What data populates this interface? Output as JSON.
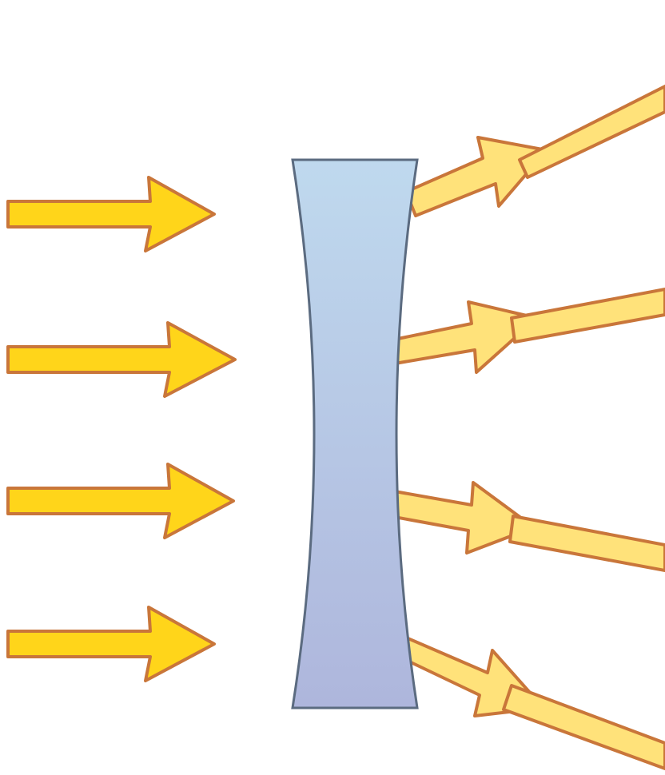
{
  "diagram": {
    "title": "",
    "lens": {
      "kind": "concave",
      "colors": [
        "#BFD9EE",
        "#AEB6DC"
      ],
      "stroke": "#5B6B80"
    },
    "incoming_rays": {
      "count": 4,
      "fill": "#FFD51A",
      "stroke": "#C9763A"
    },
    "outgoing_rays": {
      "count": 4,
      "behavior": "diverging",
      "fill": "#FFE27A",
      "stroke": "#C9763A"
    }
  }
}
